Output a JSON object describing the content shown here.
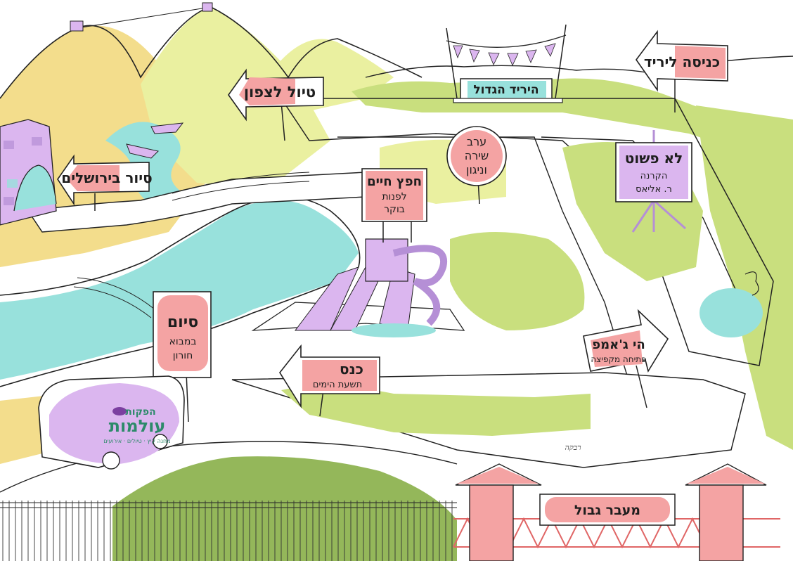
{
  "colors": {
    "yellow": "#f3dd8c",
    "lightYellow": "#eaf0a0",
    "green": "#c9df7e",
    "darkGreen": "#94b75a",
    "teal": "#98e1dc",
    "purple": "#dbb6ef",
    "pink": "#f4a3a3",
    "ink": "#222222"
  },
  "signs": {
    "tour_north": "טיול לצפון",
    "jerusalem_tour": "סיור בירושלים",
    "entrance": "כניסה ליריד",
    "big_fair": "היריד הגדול",
    "song_evening": [
      "ערב",
      "שירה",
      "וניגון"
    ],
    "chafetz_title": "חפץ חיים",
    "chafetz_sub": [
      "לפנות",
      "בוקר"
    ],
    "lo_pashut_title": "לא פשוט",
    "lo_pashut_sub": [
      "הקרנה",
      "ר. אליאס"
    ],
    "ending_title": "סיום",
    "ending_sub": [
      "במבוא",
      "חורון"
    ],
    "kenes_title": "כנס",
    "kenes_sub": "תשעת הימים",
    "hijump_title": "הי ג'אמפ",
    "hijump_sub": "פתיחה מקפיצה",
    "border": "מעבר גבול"
  },
  "bus": {
    "brand_top": "הפקות",
    "brand_main": "עולמות",
    "tagline": "מחנה קיץ · טיולים · אירועים"
  },
  "artist_signature": "רבקה"
}
